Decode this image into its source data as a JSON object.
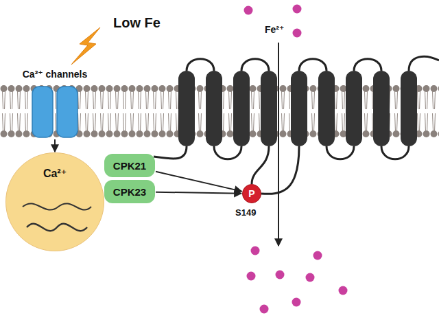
{
  "diagram": {
    "nodes": [
      {
        "text": [
          "Ca²⁺ channels"
        ]
      },
      {
        "text": [
          "Ca²⁺"
        ]
      },
      {
        "text": [
          "CPK21"
        ]
      },
      {
        "text": [
          "CPK23"
        ]
      },
      {
        "text": [
          "P"
        ]
      }
    ],
    "edges": [
      {
        "from": 0,
        "to": 1,
        "arrow": "to"
      },
      {
        "from": 2,
        "to": 4,
        "arrow": "to"
      },
      {
        "from": 3,
        "to": 4,
        "arrow": "to"
      }
    ],
    "labels": [
      "Low Fe",
      "Fe²⁺",
      "S149"
    ]
  }
}
